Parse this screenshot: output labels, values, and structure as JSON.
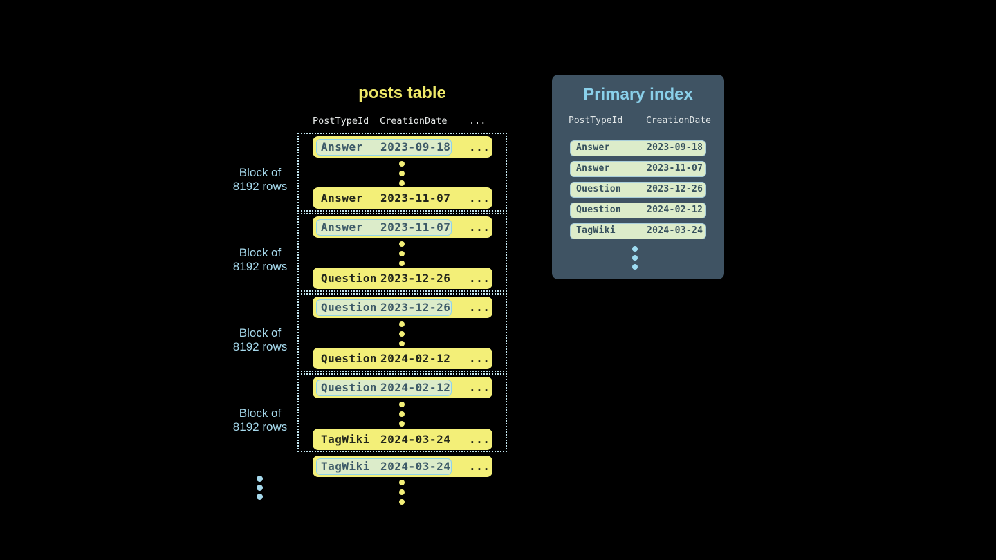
{
  "colors": {
    "background": "#000000",
    "row_yellow": "#f3ef78",
    "title_yellow": "#efe968",
    "highlight_green": "#dcecca",
    "highlight_border_blue": "#8fd3ec",
    "dotted_block_border": "#c3e6f0",
    "label_blue": "#a6d9ec",
    "panel_background": "#3f5363",
    "panel_title_blue": "#8ad0ea",
    "dark_row_text": "#22261c",
    "slate_text": "#3d5a68",
    "header_text": "#e6e9e8"
  },
  "posts_table": {
    "title": "posts table",
    "headers": [
      "PostTypeId",
      "CreationDate",
      "..."
    ],
    "block_label": [
      "Block of",
      "8192 rows"
    ],
    "blocks": [
      {
        "first": {
          "type": "Answer",
          "date": "2023-09-18",
          "more": "..."
        },
        "last": {
          "type": "Answer",
          "date": "2023-11-07",
          "more": "..."
        }
      },
      {
        "first": {
          "type": "Answer",
          "date": "2023-11-07",
          "more": "..."
        },
        "last": {
          "type": "Question",
          "date": "2023-12-26",
          "more": "..."
        }
      },
      {
        "first": {
          "type": "Question",
          "date": "2023-12-26",
          "more": "..."
        },
        "last": {
          "type": "Question",
          "date": "2024-02-12",
          "more": "..."
        }
      },
      {
        "first": {
          "type": "Question",
          "date": "2024-02-12",
          "more": "..."
        },
        "last": {
          "type": "TagWiki",
          "date": "2024-03-24",
          "more": "..."
        }
      }
    ],
    "overflow_row": {
      "type": "TagWiki",
      "date": "2024-03-24",
      "more": "..."
    }
  },
  "primary_index": {
    "title": "Primary index",
    "headers": [
      "PostTypeId",
      "CreationDate"
    ],
    "rows": [
      {
        "type": "Answer",
        "date": "2023-09-18"
      },
      {
        "type": "Answer",
        "date": "2023-11-07"
      },
      {
        "type": "Question",
        "date": "2023-12-26"
      },
      {
        "type": "Question",
        "date": "2024-02-12"
      },
      {
        "type": "TagWiki",
        "date": "2024-03-24"
      }
    ]
  }
}
